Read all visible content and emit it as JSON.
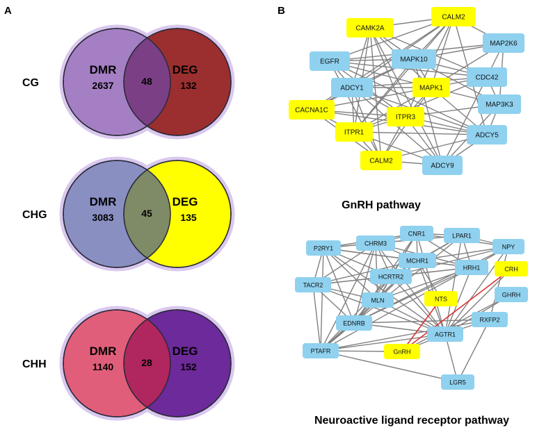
{
  "panel_a": {
    "letter": "A",
    "rows": [
      {
        "label": "CG",
        "left_set": "DMR",
        "right_set": "DEG",
        "left_only": "2637",
        "overlap": "48",
        "right_only": "132",
        "colors": {
          "left": "#a57fc4",
          "right": "#9b2f2f",
          "overlap": "#7a3f84"
        }
      },
      {
        "label": "CHG",
        "left_set": "DMR",
        "right_set": "DEG",
        "left_only": "3083",
        "overlap": "45",
        "right_only": "135",
        "colors": {
          "left": "#8a8fc2",
          "right": "#ffff00",
          "overlap": "#7f8a66"
        }
      },
      {
        "label": "CHH",
        "left_set": "DMR",
        "right_set": "DEG",
        "left_only": "1140",
        "overlap": "28",
        "right_only": "152",
        "colors": {
          "left": "#e05e7a",
          "right": "#6d2a9a",
          "overlap": "#b0265e"
        }
      }
    ]
  },
  "panel_b": {
    "letter": "B",
    "node_colors": {
      "yellow": "#ffff00",
      "blue": "#8fd1ef",
      "edge": "#808080",
      "highlight_edge": "#e03030"
    },
    "gnrh": {
      "title": "GnRH pathway",
      "nodes": [
        {
          "id": "CALM2a",
          "label": "CALM2",
          "color": "yellow"
        },
        {
          "id": "CAMK2A",
          "label": "CAMK2A",
          "color": "yellow"
        },
        {
          "id": "MAP2K6",
          "label": "MAP2K6",
          "color": "blue"
        },
        {
          "id": "EGFR",
          "label": "EGFR",
          "color": "blue"
        },
        {
          "id": "MAPK10",
          "label": "MAPK10",
          "color": "blue"
        },
        {
          "id": "CDC42",
          "label": "CDC42",
          "color": "blue"
        },
        {
          "id": "ADCY1",
          "label": "ADCY1",
          "color": "blue"
        },
        {
          "id": "MAPK1",
          "label": "MAPK1",
          "color": "yellow"
        },
        {
          "id": "MAP3K3",
          "label": "MAP3K3",
          "color": "blue"
        },
        {
          "id": "CACNA1C",
          "label": "CACNA1C",
          "color": "yellow"
        },
        {
          "id": "ITPR3",
          "label": "ITPR3",
          "color": "yellow"
        },
        {
          "id": "ITPR1",
          "label": "ITPR1",
          "color": "yellow"
        },
        {
          "id": "ADCY5",
          "label": "ADCY5",
          "color": "blue"
        },
        {
          "id": "CALM2b",
          "label": "CALM2",
          "color": "yellow"
        },
        {
          "id": "ADCY9",
          "label": "ADCY9",
          "color": "blue"
        }
      ]
    },
    "neuro": {
      "title": "Neuroactive ligand receptor pathway",
      "nodes": [
        {
          "id": "CNR1",
          "label": "CNR1",
          "color": "blue"
        },
        {
          "id": "LPAR1",
          "label": "LPAR1",
          "color": "blue"
        },
        {
          "id": "CHRM3",
          "label": "CHRM3",
          "color": "blue"
        },
        {
          "id": "NPY",
          "label": "NPY",
          "color": "blue"
        },
        {
          "id": "P2RY1",
          "label": "P2RY1",
          "color": "blue"
        },
        {
          "id": "MCHR1",
          "label": "MCHR1",
          "color": "blue"
        },
        {
          "id": "HRH1",
          "label": "HRH1",
          "color": "blue"
        },
        {
          "id": "CRH",
          "label": "CRH",
          "color": "yellow"
        },
        {
          "id": "HCRTR2",
          "label": "HCRTR2",
          "color": "blue"
        },
        {
          "id": "TACR2",
          "label": "TACR2",
          "color": "blue"
        },
        {
          "id": "NTS",
          "label": "NTS",
          "color": "yellow"
        },
        {
          "id": "GHRH",
          "label": "GHRH",
          "color": "blue"
        },
        {
          "id": "MLN",
          "label": "MLN",
          "color": "blue"
        },
        {
          "id": "EDNRB",
          "label": "EDNRB",
          "color": "blue"
        },
        {
          "id": "RXFP2",
          "label": "RXFP2",
          "color": "blue"
        },
        {
          "id": "AGTR1",
          "label": "AGTR1",
          "color": "blue"
        },
        {
          "id": "PTAFR",
          "label": "PTAFR",
          "color": "blue"
        },
        {
          "id": "GnRH",
          "label": "GnRH",
          "color": "yellow"
        },
        {
          "id": "LGR5",
          "label": "LGR5",
          "color": "blue"
        }
      ]
    }
  }
}
